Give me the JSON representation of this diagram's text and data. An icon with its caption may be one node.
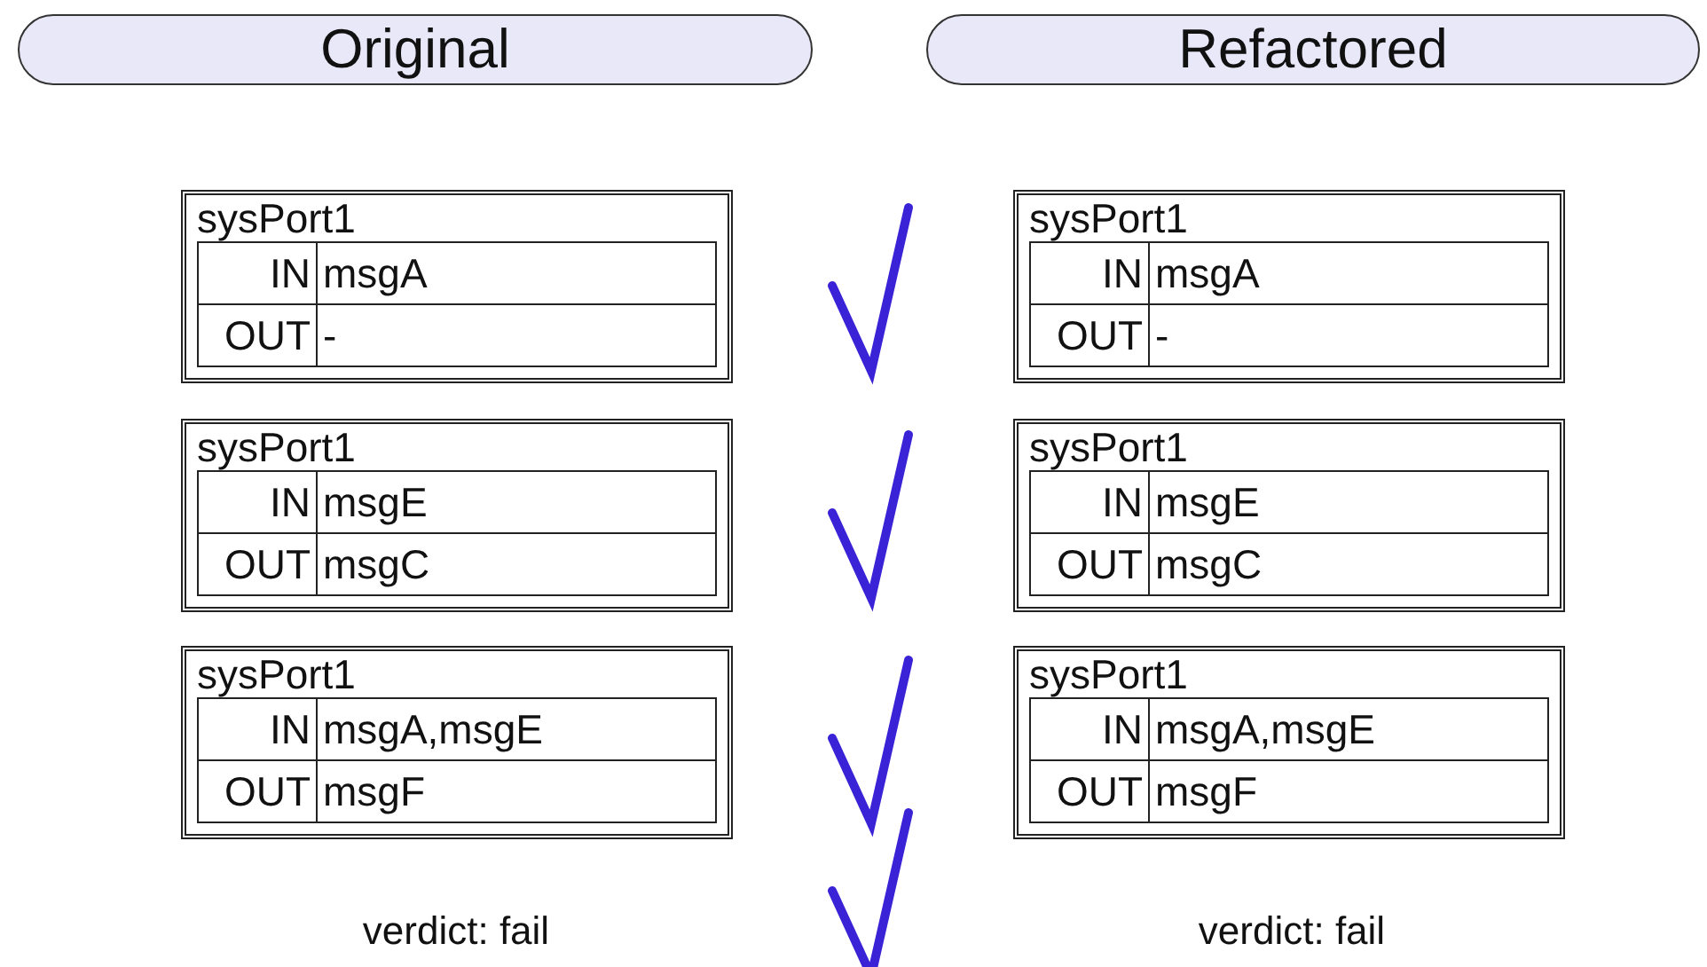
{
  "diagram": {
    "nodes": [
      {
        "text": [
          "Original"
        ]
      },
      {
        "text": [
          "Refactored"
        ]
      },
      {
        "text": [
          "sysPort1",
          "IN",
          "msgA",
          "OUT",
          "-"
        ]
      },
      {
        "text": [
          "sysPort1",
          "IN",
          "msgE",
          "OUT",
          "msgC"
        ]
      },
      {
        "text": [
          "sysPort1",
          "IN",
          "msgA,msgE",
          "OUT",
          "msgF"
        ]
      },
      {
        "text": [
          "sysPort1",
          "IN",
          "msgA",
          "OUT",
          "-"
        ]
      },
      {
        "text": [
          "sysPort1",
          "IN",
          "msgE",
          "OUT",
          "msgC"
        ]
      },
      {
        "text": [
          "sysPort1",
          "IN",
          "msgA,msgE",
          "OUT",
          "msgF"
        ]
      }
    ],
    "labels": [
      "verdict: fail",
      "verdict: fail"
    ]
  }
}
